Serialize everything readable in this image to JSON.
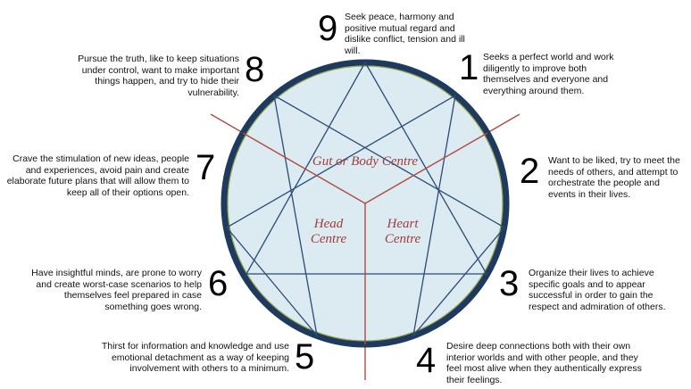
{
  "types": [
    {
      "number": "9",
      "description": "Seek peace, harmony and positive mutual regard and dislike conflict, tension and ill will."
    },
    {
      "number": "1",
      "description": "Seeks a perfect world and work diligently to improve both themselves and everyone and everything around them."
    },
    {
      "number": "2",
      "description": "Want to be liked, try to meet the needs of others, and attempt to orchestrate the people and events in their lives."
    },
    {
      "number": "3",
      "description": "Organize their lives to achieve specific goals and to appear successful in order to gain the respect and admiration of others."
    },
    {
      "number": "4",
      "description": "Desire deep connections both with their own interior worlds and with other people, and they feel most alive when they authentically express their feelings."
    },
    {
      "number": "5",
      "description": "Thirst for information and knowledge and use emotional detachment as a way of keeping involvement with others to a minimum."
    },
    {
      "number": "6",
      "description": "Have insightful minds, are prone to worry and create worst-case scenarios to help themselves feel prepared in case something goes wrong."
    },
    {
      "number": "7",
      "description": "Crave the stimulation of new ideas, people and experiences, avoid pain and create elaborate future plans that will allow them to keep all of their options open."
    },
    {
      "number": "8",
      "description": "Pursue the truth, like to keep situations under control, want to make important things happen, and try to hide their vulnerability."
    }
  ],
  "centres": {
    "gut": "Gut or Body Centre",
    "head_line1": "Head",
    "head_line2": "Centre",
    "heart_line1": "Heart",
    "heart_line2": "Centre"
  },
  "colors": {
    "circle_fill": "#dcebf2",
    "ring": "#1e3a5f",
    "ring_inner": "#9aa84a",
    "lines": "#2a4a78",
    "divider": "#b04a40",
    "centre_text": "#a23c3c"
  }
}
